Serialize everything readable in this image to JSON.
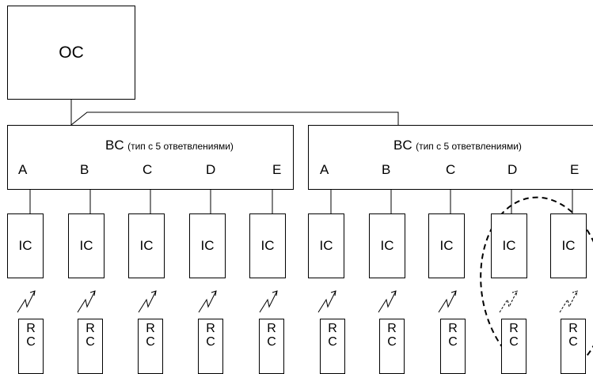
{
  "oc_label": "OC",
  "bc_left": {
    "main": "BC",
    "sub": "(тип с 5 ответвлениями)"
  },
  "bc_right": {
    "main": "BC",
    "sub": "(тип с 5 ответвлениями)"
  },
  "ports_left": [
    "A",
    "B",
    "C",
    "D",
    "E"
  ],
  "ports_right": [
    "A",
    "B",
    "C",
    "D",
    "E"
  ],
  "ic_label": "IC",
  "rc_label": {
    "line1": "R",
    "line2": "C"
  },
  "wireless_links": [
    "active",
    "active",
    "active",
    "active",
    "active",
    "active",
    "active",
    "active",
    "inactive",
    "inactive"
  ]
}
